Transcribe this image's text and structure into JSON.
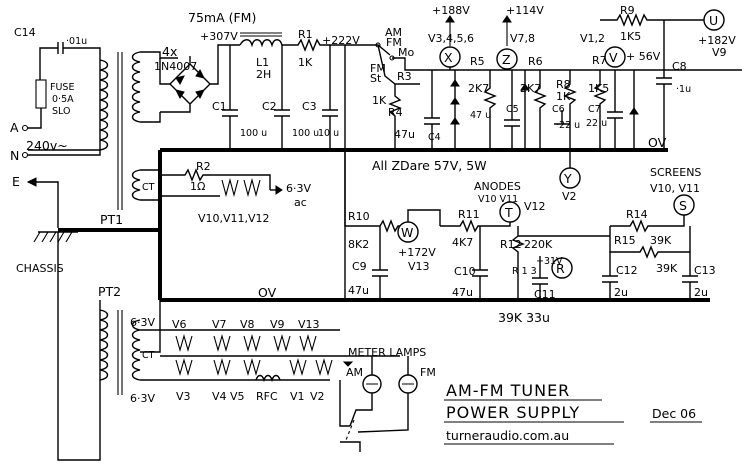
{
  "labels": {
    "c14": "C14",
    "c14_val": "·01u",
    "fuse": "FUSE",
    "fuse_val": "0·5A",
    "fuse_type": "SLO",
    "a": "A",
    "n": "N",
    "e": "E",
    "mains": "240v~",
    "pt1": "PT1",
    "pt2": "PT2",
    "chassis": "CHASSIS",
    "bridge": "4x",
    "bridge_type": "1N4007",
    "fm_current": "75mA (FM)",
    "v307": "+307V",
    "l1": "L1",
    "l1_val": "2H",
    "r1": "R1",
    "r1_val": "1K",
    "v222": "+222V",
    "c1": "C1",
    "c2": "C2",
    "c3": "C3",
    "c1_val": "100 u",
    "c2_val": "100 u",
    "c3_val": "10 u",
    "am": "AM",
    "fm": "FM",
    "mo": "Mo",
    "st": "St",
    "r3": "R3",
    "r3_val": "1K",
    "r4": "R4",
    "c4_val": "47u",
    "c4": "C4",
    "v188": "+188V",
    "v3456": "V3,4,5,6",
    "v114": "+114V",
    "v78": "V7,8",
    "v12": "V1,2",
    "r5": "R5",
    "r5_val": "2K7",
    "r6": "R6",
    "r6_val": "2K7",
    "r7": "R7",
    "r7_val": "1K5",
    "v56": "+ 56V",
    "r8": "R8",
    "r8_val": "1K",
    "c5": "C5",
    "c5_val": "47 u",
    "c6": "C6",
    "c6_val": "·22 u",
    "c7": "C7",
    "c7_val": "22 u",
    "r9": "R9",
    "r9_val": "1K5",
    "v182": "+182V",
    "v9": "V9",
    "c8": "C8",
    "c8_val": "·1u",
    "node_x": "X",
    "node_z": "Z",
    "node_v": "V",
    "node_u": "U",
    "node_y": "Y",
    "node_t": "T",
    "node_w": "W",
    "node_r": "R",
    "node_s": "S",
    "zd_note": "All ZDare 57V, 5W",
    "ov": "OV",
    "v2": "V2",
    "r2": "R2",
    "r2_val": "1Ω",
    "ct": "CT",
    "heater_63": "6·3V",
    "heater_ac": "ac",
    "heater_valves": "V10,V11,V12",
    "anodes": "ANODES",
    "anodes_valves": "V10   V11",
    "anodes_v12": "V12",
    "screens": "SCREENS",
    "screens_valves": "V10, V11",
    "r10": "R10",
    "r10_val": "8K2",
    "v172": "+172V",
    "v13": "V13",
    "c9": "C9",
    "c9_val": "47u",
    "r11": "R11",
    "r11_val": "4K7",
    "r12": "R12",
    "r12_val": "220K",
    "v31": "+31V",
    "r13": "R 1 3",
    "c10": "C10",
    "c10_val": "47u",
    "c11": "C11",
    "c12": "C12",
    "c12_val": "2u",
    "r14": "R14",
    "r14_val": "39K",
    "r15": "R15",
    "r15_val": "39K",
    "c13": "C13",
    "c13_val": "2u",
    "bottom_vals": "39K  33u",
    "ov2": "OV",
    "sec_63_top": "6·3V",
    "sec_63_bot": "6·3V",
    "ct2": "CT",
    "top_valves": [
      "V6",
      "V7",
      "V8",
      "V9",
      "V13"
    ],
    "bot_valves": [
      "V3",
      "V4",
      "V5",
      "RFC",
      "V1",
      "V2"
    ],
    "meter_lamps": "METER LAMPS",
    "lamp_am": "AM",
    "lamp_fm": "FM"
  },
  "title": {
    "line1": "AM-FM TUNER",
    "line2": "POWER SUPPLY",
    "date": "Dec 06",
    "url": "turneraudio.com.au"
  }
}
